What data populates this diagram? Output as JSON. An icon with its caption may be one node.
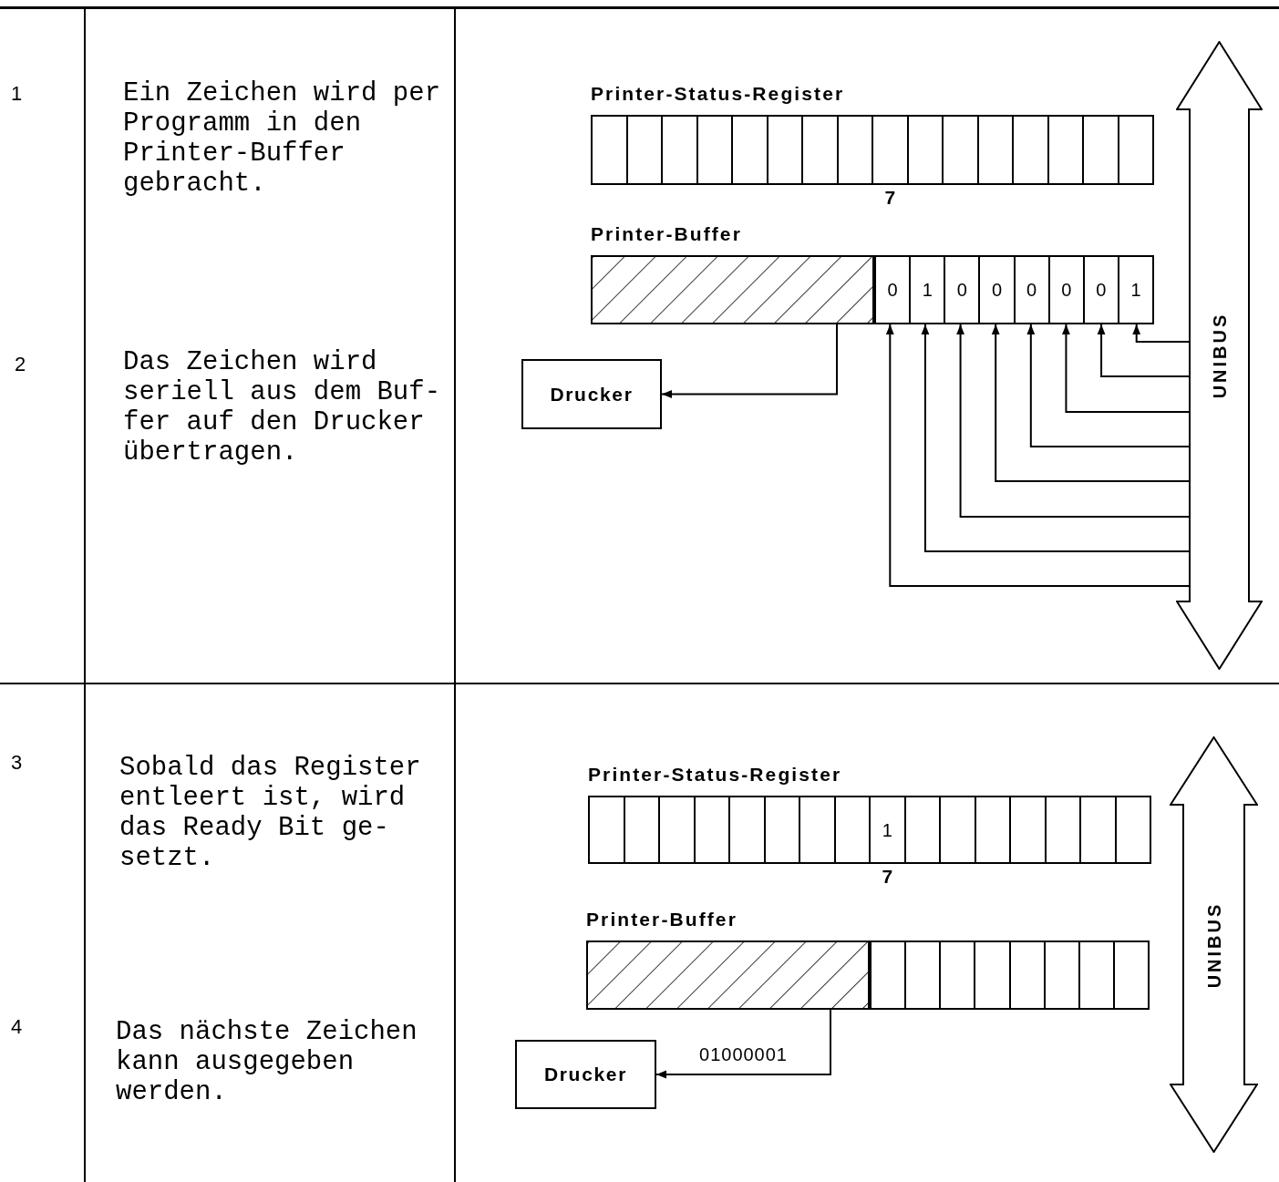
{
  "diagram": {
    "nodes": [
      {
        "text": [
          "Printer-Status-Register"
        ],
        "beside": [
          "7"
        ]
      },
      {
        "text": [
          "Printer-Buffer"
        ]
      },
      {
        "text": [
          "0"
        ],
        "in": 1
      },
      {
        "text": [
          "1"
        ],
        "in": 1
      },
      {
        "text": [
          "0"
        ],
        "in": 1
      },
      {
        "text": [
          "0"
        ],
        "in": 1
      },
      {
        "text": [
          "0"
        ],
        "in": 1
      },
      {
        "text": [
          "0"
        ],
        "in": 1
      },
      {
        "text": [
          "0"
        ],
        "in": 1
      },
      {
        "text": [
          "1"
        ],
        "in": 1
      },
      {
        "text": [
          "Drucker"
        ]
      },
      {
        "text": [
          "UNIBUS"
        ]
      },
      {
        "text": [
          "Printer-Status-Register"
        ],
        "beside": [
          "7"
        ]
      },
      {
        "text": [
          "1"
        ],
        "in": 12
      },
      {
        "text": [
          "Printer-Buffer"
        ]
      },
      {
        "text": [
          "Drucker"
        ]
      },
      {
        "text": [
          "UNIBUS"
        ]
      }
    ],
    "edges": [
      {
        "from": 11,
        "to": 2,
        "arrow": "to"
      },
      {
        "from": 11,
        "to": 3,
        "arrow": "to"
      },
      {
        "from": 11,
        "to": 4,
        "arrow": "to"
      },
      {
        "from": 11,
        "to": 5,
        "arrow": "to"
      },
      {
        "from": 11,
        "to": 6,
        "arrow": "to"
      },
      {
        "from": 11,
        "to": 7,
        "arrow": "to"
      },
      {
        "from": 11,
        "to": 8,
        "arrow": "to"
      },
      {
        "from": 11,
        "to": 9,
        "arrow": "to"
      },
      {
        "from": 1,
        "to": 10,
        "arrow": "to"
      },
      {
        "from": 14,
        "to": 15,
        "arrow": "to",
        "label": "01000001"
      }
    ],
    "labels": [
      "1",
      "Ein Zeichen wird per Programm in den Printer-Buffer gebracht.",
      "2",
      "Das Zeichen wird seriell aus dem Buf- fer auf den Drucker übertragen.",
      "3",
      "Sobald das Register entleert ist, wird das Ready Bit ge- setzt.",
      "4",
      "Das nächste Zeichen kann ausgegeben werden."
    ]
  }
}
